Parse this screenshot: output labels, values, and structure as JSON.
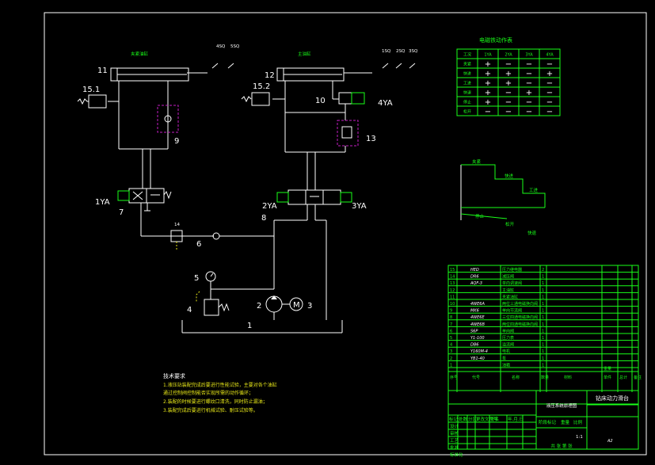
{
  "cylinders": {
    "left_title": "夹紧油缸",
    "right_title": "主油缸",
    "left_switches": [
      "4SQ",
      "5SQ"
    ],
    "right_switches": [
      "1SQ",
      "2SQ",
      "3SQ"
    ]
  },
  "callouts": {
    "c11": "11",
    "c15_1": "15.1",
    "c9": "9",
    "c12": "12",
    "c15_2": "15.2",
    "c10": "10",
    "c4ya": "4YA",
    "c13": "13",
    "c1ya": "1YA",
    "c7": "7",
    "c2ya": "2YA",
    "c8": "8",
    "c3ya": "3YA",
    "c14": "14",
    "c6": "6",
    "c5": "5",
    "c4": "4",
    "c2": "2",
    "c3": "3",
    "c1": "1",
    "motor": "M"
  },
  "solenoid_table": {
    "title": "电磁铁动作表",
    "headers": [
      "工况",
      "1YA",
      "2YA",
      "3YA",
      "4YA"
    ],
    "rows": [
      [
        "夹紧",
        "+",
        "−",
        "−",
        "−"
      ],
      [
        "快进",
        "+",
        "+",
        "−",
        "+"
      ],
      [
        "工进",
        "+",
        "+",
        "−",
        "−"
      ],
      [
        "快退",
        "+",
        "−",
        "+",
        "−"
      ],
      [
        "停止",
        "+",
        "−",
        "−",
        "−"
      ],
      [
        "松开",
        "−",
        "−",
        "−",
        "−"
      ]
    ]
  },
  "cycle": {
    "steps": [
      "夹紧",
      "快进",
      "工进",
      "快退",
      "停止",
      "松开"
    ]
  },
  "parts_list": {
    "rows": [
      [
        "15",
        "HED",
        "压力继电器",
        "2"
      ],
      [
        "14",
        "DR6",
        "减压阀",
        "1"
      ],
      [
        "13",
        "AQF-3",
        "单向调速阀",
        "1"
      ],
      [
        "12",
        "",
        "主油缸",
        "1"
      ],
      [
        "11",
        "",
        "夹紧油缸",
        "1"
      ],
      [
        "10",
        "4WE6A",
        "两位三通电磁换向阀",
        "1"
      ],
      [
        "9",
        "MK6",
        "单向节流阀",
        "1"
      ],
      [
        "8",
        "4WE6E",
        "三位四通电磁换向阀",
        "1"
      ],
      [
        "7",
        "4WE6B",
        "两位四通电磁换向阀",
        "1"
      ],
      [
        "6",
        "S6P",
        "单向阀",
        "1"
      ],
      [
        "5",
        "Y1-100",
        "压力表",
        "1"
      ],
      [
        "4",
        "DB6",
        "溢流阀",
        "1"
      ],
      [
        "3",
        "Y160M-4",
        "电机",
        "1"
      ],
      [
        "2",
        "YB1-40",
        "泵",
        "1"
      ],
      [
        "1",
        "",
        "油箱",
        "1"
      ]
    ],
    "header": [
      "序号",
      "代号",
      "名称",
      "数量",
      "材料",
      "单件",
      "总计",
      "备注"
    ],
    "weight_label": "重量"
  },
  "title_block": {
    "drawing_title": "液压系统原理图",
    "machine": "钻床动力滑台",
    "size": "A2",
    "scale": "1:1",
    "revision_row": [
      "标记",
      "处数",
      "分区",
      "更改文件号",
      "签名",
      "年.月.日"
    ],
    "roles": [
      "设计",
      "审核",
      "工艺",
      "批准",
      "标准化"
    ],
    "stage_labels": [
      "阶段标记",
      "重量",
      "比例"
    ],
    "sheet": "共  张  第  张"
  },
  "notes": {
    "heading": "技术要求",
    "lines": [
      "1.液压站装配完成后要进行性能试验，主要对各个油缸",
      "通过控制阀控制能否实现所需的动作循环；",
      "2.装配的时候要进行螺纹口清洗，同时防止漏油；",
      "3.装配完成后要进行机械试验、耐压试验等。"
    ]
  }
}
